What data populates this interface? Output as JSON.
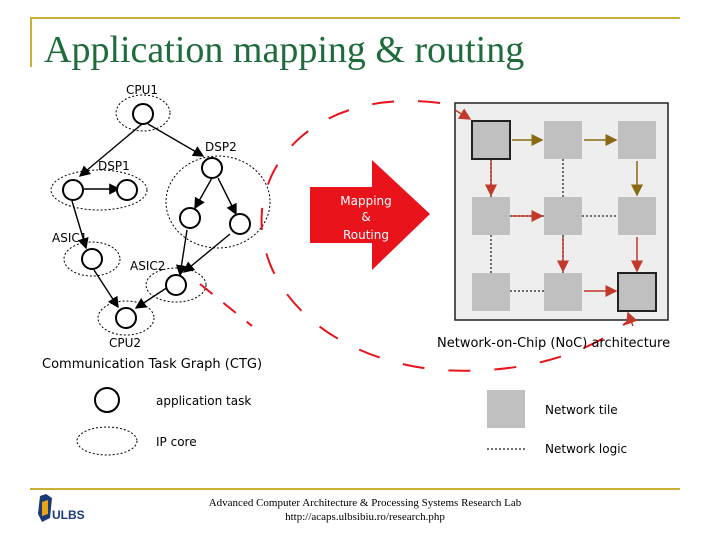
{
  "title": "Application mapping & routing",
  "ctg": {
    "nodes": {
      "cpu1": "CPU1",
      "dsp1": "DSP1",
      "dsp2": "DSP2",
      "asic1": "ASIC1",
      "asic2": "ASIC2",
      "cpu2": "CPU2"
    },
    "caption": "Communication Task Graph (CTG)"
  },
  "mapping_arrow": {
    "line1": "Mapping",
    "line2": "&",
    "line3": "Routing"
  },
  "noc": {
    "caption": "Network-on-Chip (NoC) architecture"
  },
  "legend": {
    "application_task": "application task",
    "ip_core": "IP core",
    "network_tile": "Network tile",
    "network_logic": "Network logic"
  },
  "footer": {
    "line1": "Advanced Computer Architecture & Processing Systems Research Lab",
    "line2": "http://acaps.ulbsibiu.ro/research.php"
  },
  "logo": {
    "text": "ULBS"
  },
  "colors": {
    "title": "#1e6b3c",
    "frame": "#c9b037",
    "mapping_arrow": "#e8131b",
    "mapping_links": "#8b6914",
    "routing_links": "#c0392b",
    "tile": "#c0c0c0",
    "noc_background": "#eeeeee"
  }
}
